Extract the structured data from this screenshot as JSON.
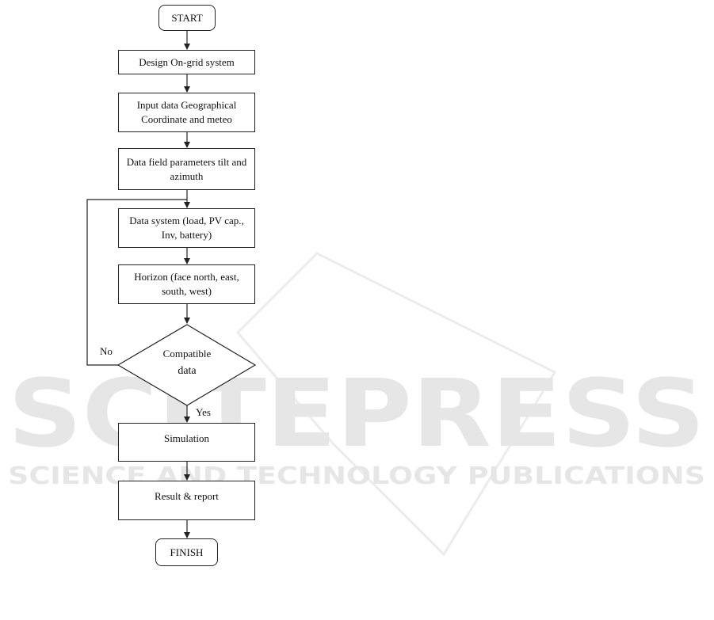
{
  "watermark": {
    "line1": "SCITEPRESS",
    "line2": "SCIENCE AND TECHNOLOGY PUBLICATIONS"
  },
  "flowchart": {
    "start": "START",
    "step1": "Design On-grid system",
    "step2": "Input data Geographical Coordinate and meteo",
    "step3": "Data field parameters tilt and azimuth",
    "step4": "Data system (load, PV cap., Inv, battery)",
    "step5": "Horizon (face north, east, south, west)",
    "decision_line1": "Compatible",
    "decision_line2": "data",
    "label_no": "No",
    "label_yes": "Yes",
    "step6": "Simulation",
    "step7": "Result & report",
    "finish": "FINISH"
  }
}
